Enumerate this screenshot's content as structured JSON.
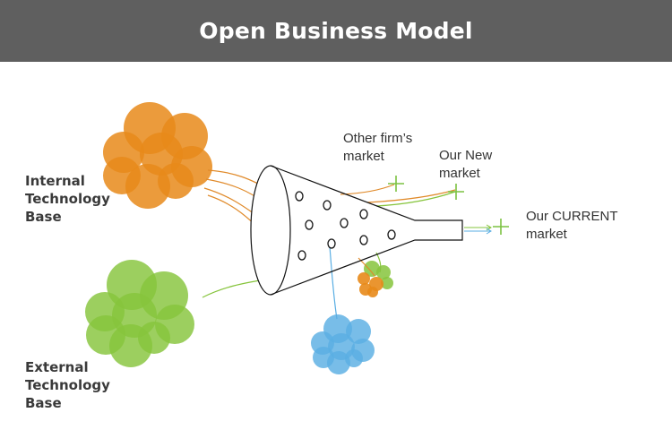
{
  "header": {
    "title": "Open Business Model"
  },
  "labels": {
    "internal": [
      "Internal",
      "Technology",
      "Base"
    ],
    "external": [
      "External",
      "Technology",
      "Base"
    ],
    "other_market": [
      "Other firm’s",
      "market"
    ],
    "new_market": [
      "Our New",
      "market"
    ],
    "current_market": [
      "Our CURRENT",
      "market"
    ]
  },
  "colors": {
    "header_bg": "#5f5f5f",
    "internal": "#e88a1a",
    "external": "#86c43c",
    "spinout": "#5aaee3",
    "plus": "#7cc242"
  }
}
